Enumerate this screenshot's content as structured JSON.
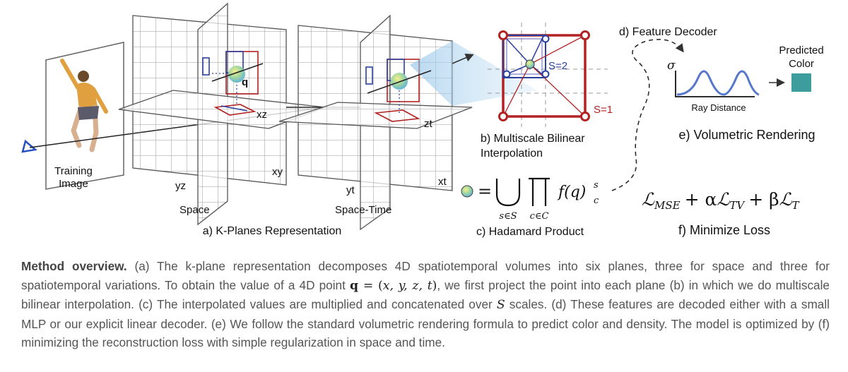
{
  "figure": {
    "training_image_line1": "Training",
    "training_image_line2": "Image",
    "space_planes": {
      "xz": "xz",
      "yz": "yz",
      "xy": "xy",
      "q": "q",
      "section": "Space"
    },
    "spacetime_planes": {
      "zt": "zt",
      "yt": "yt",
      "xt": "xt",
      "section": "Space-Time"
    },
    "a_label": "a) K-Planes Representation",
    "b_label_line1": "b) Multiscale Bilinear",
    "b_label_line2": "Interpolation",
    "s2": "S=2",
    "s1": "S=1",
    "c_label": "c) Hadamard Product",
    "hadamard": {
      "eq": "=",
      "union_sub": "s∈S",
      "prod_sub": "c∈C",
      "f": "f(q)",
      "sup": "s",
      "sub": "c"
    },
    "d_label": "d) Feature Decoder",
    "predicted_line1": "Predicted",
    "predicted_line2": "Color",
    "sigma": "σ",
    "ray_distance": "Ray Distance",
    "e_label": "e) Volumetric Rendering",
    "loss": {
      "l1": "ℒ",
      "s1": "MSE",
      "p1": "+ α",
      "l2": "ℒ",
      "s2": "TV",
      "p2": "+ β",
      "l3": "ℒ",
      "s3": "T"
    },
    "f_label": "f) Minimize Loss"
  },
  "caption": {
    "bold": "Method overview.",
    "p1": " (a) The k-plane representation decomposes 4D spatiotemporal volumes into six planes, three for space and three for spatiotemporal variations. To obtain the value of a 4D point ",
    "q": "q",
    "eqsign": " = (",
    "tuple": "x, y, z, t",
    "close": ")",
    "p2": ", we first project the point into each plane (b) in which we do multiscale bilinear interpolation. (c) The interpolated values are multiplied and concatenated over ",
    "S": "S",
    "p3": " scales. (d) These features are decoded either with a small MLP or our explicit linear decoder. (e) We follow the standard volumetric rendering formula to predict color and density. The model is optimized by (f) minimizing the reconstruction loss with simple regularization in space and time."
  },
  "colors": {
    "plane_red": "#b22222",
    "plane_blue": "#2a3f9e",
    "curve_blue": "#5577cc",
    "predicted": "#3d9c9c"
  }
}
